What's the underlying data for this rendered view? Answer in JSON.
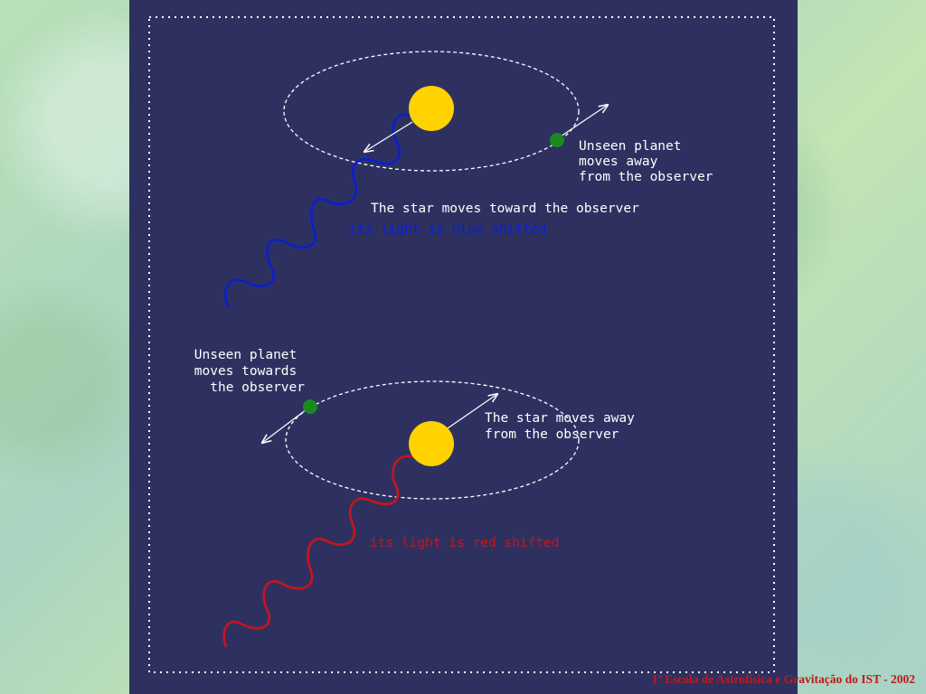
{
  "top_scene": {
    "planet_label": [
      "Unseen planet",
      "moves away",
      "from the observer"
    ],
    "star_label": "The star moves toward the observer",
    "shift_label": "its light is blue shifted"
  },
  "bottom_scene": {
    "planet_label": [
      "Unseen planet",
      "moves towards",
      "the observer"
    ],
    "star_label": [
      "The star moves away",
      "from the observer"
    ],
    "shift_label": "its light is red shifted"
  },
  "colors": {
    "panel": "#2e3160",
    "text": "#ffffff",
    "star": "#ffd200",
    "planet": "#1a8a1e",
    "blue_wave": "#0a1fd0",
    "red_wave": "#c8141c",
    "footer": "#c0181c"
  },
  "footer": {
    "text": "1ª Escola de Astrofísica e Gravitação do IST - 2002"
  }
}
